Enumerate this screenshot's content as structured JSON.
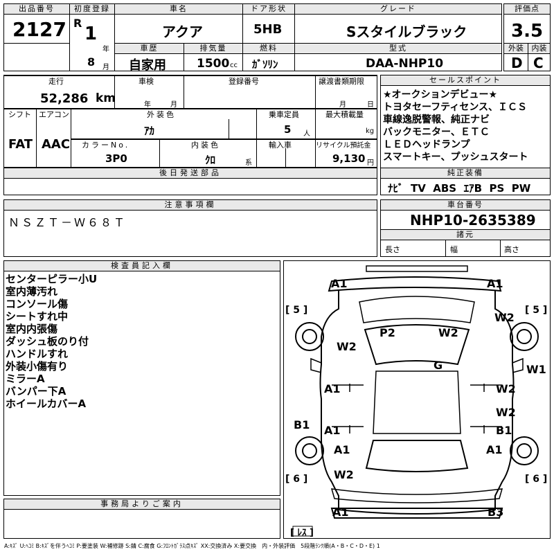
{
  "header": {
    "lot_label": "出品番号",
    "lot": "2127",
    "first_reg_label": "初度登録",
    "era": "R",
    "year": "1",
    "year_unit": "年",
    "month": "8",
    "month_unit": "月",
    "name_label": "車名",
    "name": "アクア",
    "door_label": "ドア形状",
    "door": "5HB",
    "grade_label": "グレード",
    "grade": "Sスタイルブラック",
    "score_label": "評価点",
    "score": "3.5",
    "exterior_label": "外装",
    "exterior": "D",
    "interior_label": "内装",
    "interior": "C",
    "history_label": "車歴",
    "history": "自家用",
    "displacement_label": "排気量",
    "displacement": "1500",
    "cc": "cc",
    "fuel_label": "燃料",
    "fuel": "ｶﾞｿﾘﾝ",
    "model_label": "型式",
    "model": "DAA-NHP10"
  },
  "row2": {
    "mileage_label": "走行",
    "mileage": "52,286",
    "km": "km",
    "inspection_label": "車検",
    "insp_year": "年",
    "insp_month": "月",
    "regno_label": "登録番号",
    "transfer_label": "譲渡書類期限",
    "tr_month": "月",
    "tr_day": "日",
    "shift_label": "シフト",
    "shift": "FAT",
    "ac_label": "エアコン",
    "ac": "AAC",
    "ext_color_label": "外装色",
    "ext_color": "ｱｶ",
    "capacity_label": "乗車定員",
    "capacity": "5",
    "capacity_unit": "人",
    "load_label": "最大積載量",
    "load_unit": "kg",
    "color_no_label": "カラーNo.",
    "color_no": "3P0",
    "int_color_label": "内装色",
    "int_color": "ｸﾛ",
    "int_unit": "系",
    "import_label": "輸入車",
    "recycle_label": "リサイクル預託金",
    "recycle": "9,130",
    "yen": "円"
  },
  "sales_points": {
    "label": "セールスポイント",
    "lines": [
      "★オークションデビュー★",
      "トヨタセーフティセンス、ＩＣＳ",
      "車線逸脱警報、純正ナビ",
      "バックモニター、ＥＴＣ",
      "ＬＥＤヘッドランプ",
      "スマートキー、プッシュスタート"
    ]
  },
  "later_parts_label": "後日発送部品",
  "equipment": {
    "label": "純正装備",
    "items": [
      "ﾅﾋﾞ",
      "TV",
      "ABS",
      "ｴｱB",
      "PS",
      "PW"
    ]
  },
  "notes": {
    "label": "注意事項欄",
    "text": "ＮＳＺＴ－Ｗ６８Ｔ"
  },
  "chassis": {
    "label": "車台番号",
    "value": "NHP10-2635389",
    "spec_label": "諸元",
    "length": "長さ",
    "width": "幅",
    "height": "高さ"
  },
  "inspector": {
    "label": "検査員記入欄",
    "lines": [
      "センターピラー小U",
      "室内薄汚れ",
      "コンソール傷",
      "シートすれ中",
      "室内内張傷",
      "ダッシュ板のり付",
      "ハンドルすれ",
      "外装小傷有り",
      "ミラーA",
      "バンパー下A",
      "ホイールカバーA"
    ]
  },
  "office_label": "事務局よりご案内",
  "diagram": {
    "wheel_front_left": "[ 5 ]",
    "wheel_front_right": "[ 5 ]",
    "wheel_rear_left": "[ 6 ]",
    "wheel_rear_right": "[ 6 ]",
    "spare": "[ ﾚｽ ]",
    "marks": [
      "A1",
      "A1",
      "W2",
      "P2",
      "W2",
      "W2",
      "G",
      "W1",
      "A1",
      "W2",
      "W2",
      "B1",
      "A1",
      "B1",
      "A1",
      "A1",
      "W2",
      "A1",
      "B3"
    ]
  },
  "legend": "A:ｷｽﾞ U:ﾍｺﾐ B:ｷｽﾞを伴うﾍｺﾐ P:要塗装 W:補修跡 S:錆 C:腐食 G:ﾌﾛﾝﾄｶﾞﾗｽ点ｷｽﾞ XX:交換済み X:要交換　内・外装評価　5段階ﾗﾝｸ順(A・B・C・D・E) 1"
}
